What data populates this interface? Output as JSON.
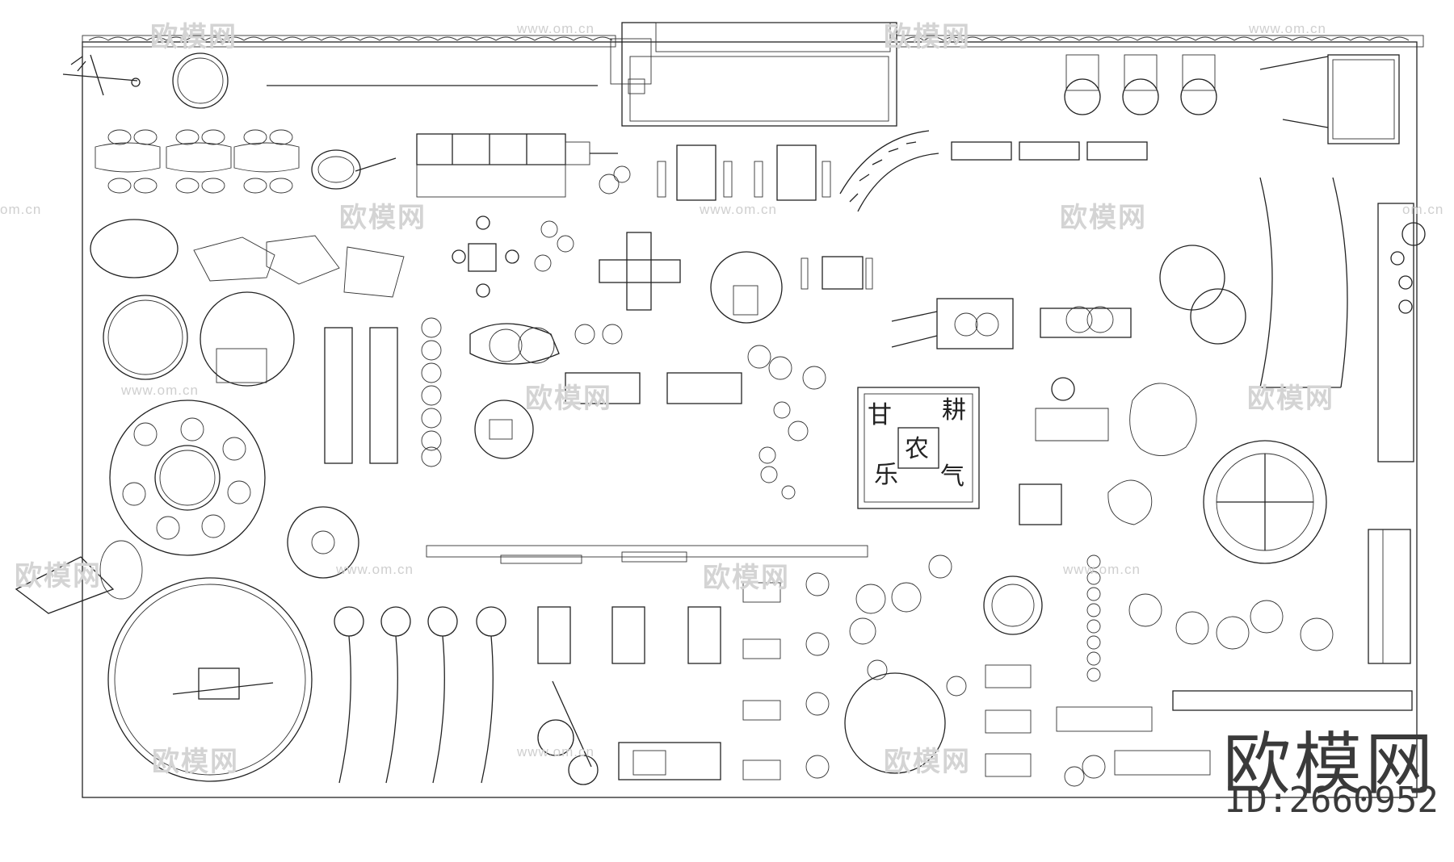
{
  "watermark": {
    "brand": "欧模网",
    "url": "www.om.cn",
    "url_short": "om.cn"
  },
  "corner_logo": {
    "brand": "欧模网",
    "id_text": "ID:2660952"
  },
  "center_sign": {
    "characters": [
      "耕",
      "农",
      "甘",
      "乐",
      "气"
    ]
  }
}
